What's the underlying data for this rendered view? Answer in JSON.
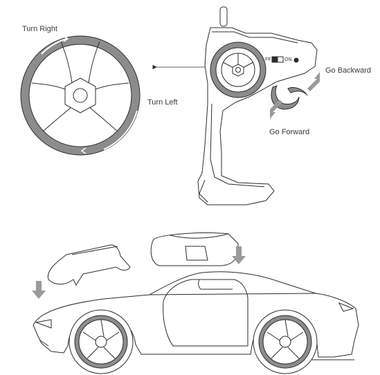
{
  "labels": {
    "turn_right": "Turn Right",
    "turn_left": "Turn Left",
    "go_backward": "Go Backward",
    "go_forward": "Go Forward",
    "switch_off": "FF",
    "switch_on": "ON"
  },
  "colors": {
    "line": "#2b2b2b",
    "rim_gray": "#8c8c8c",
    "arrow_gray": "#9a9a9a",
    "background": "#ffffff"
  },
  "icons": [
    "steering-wheel-icon",
    "transmitter-icon",
    "throttle-trigger-icon",
    "rc-car-body-icon",
    "down-arrow-icon"
  ]
}
